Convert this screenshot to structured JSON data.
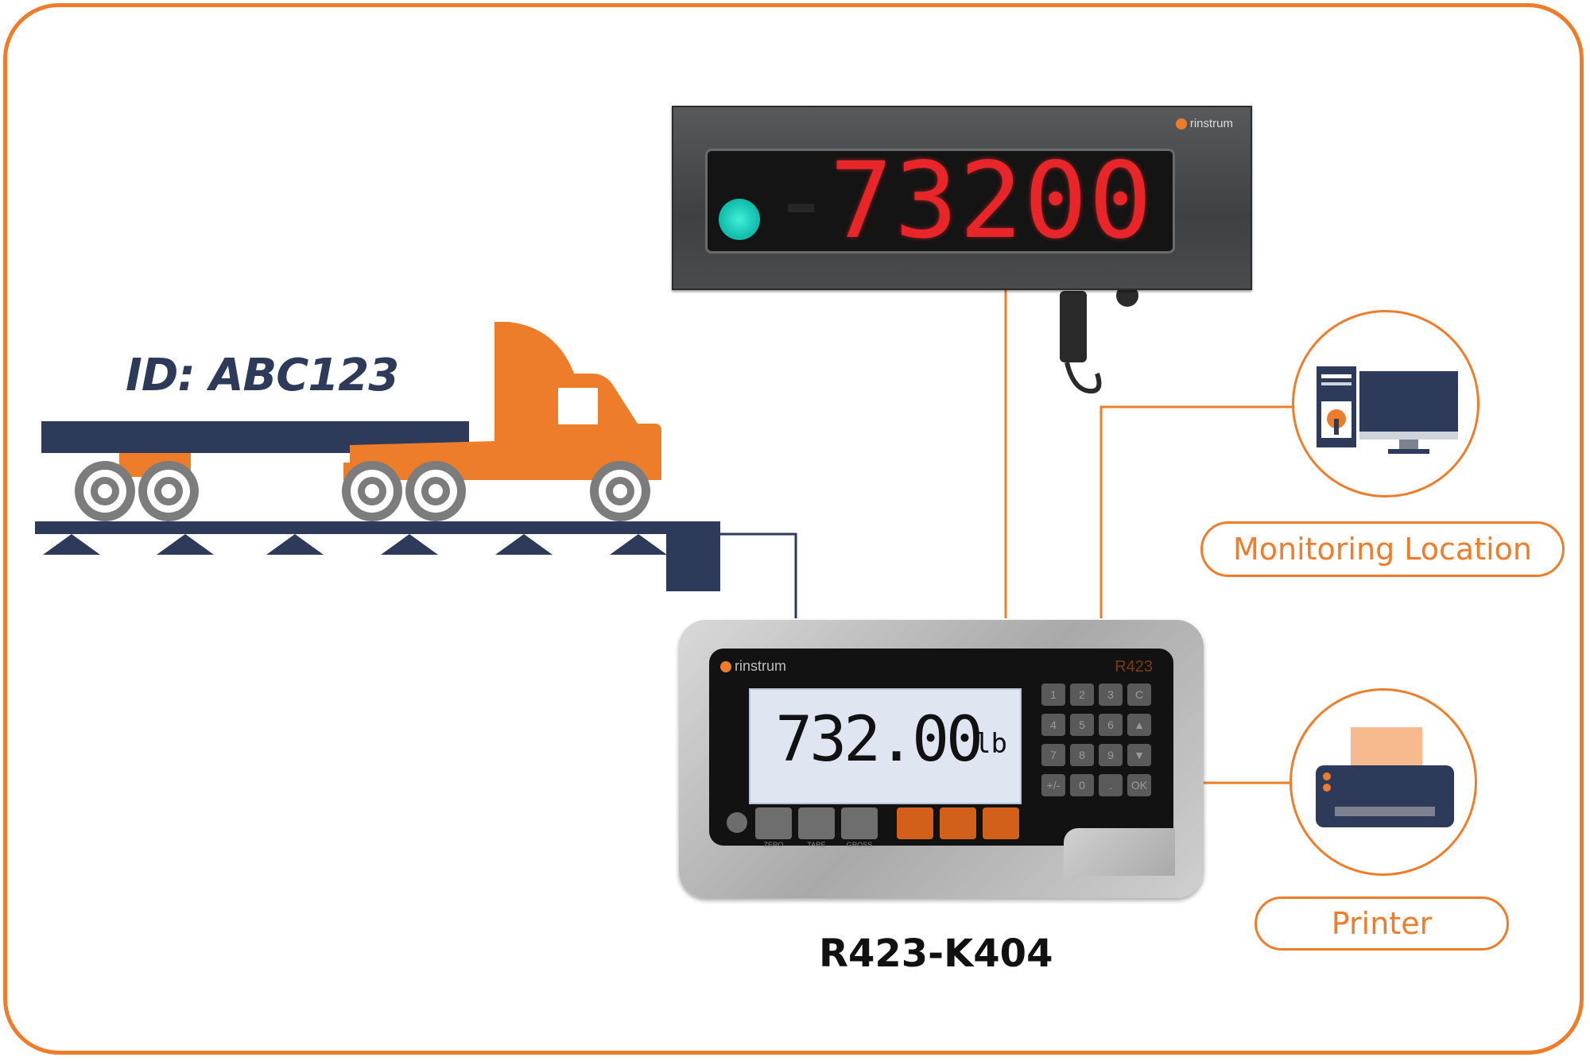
{
  "truck": {
    "id_label": "ID: ABC123"
  },
  "remote_display": {
    "reading": "73200",
    "ghost": "-",
    "brand": "rinstrum"
  },
  "indicator": {
    "brand": "rinstrum",
    "model_mark": "R423",
    "reading": "732.00",
    "unit": "lb",
    "keypad": [
      "1",
      "2",
      "3",
      "C",
      "4",
      "5",
      "6",
      "▲",
      "7",
      "8",
      "9",
      "▼",
      "+/-",
      "0",
      ".",
      "OK"
    ],
    "function_labels": [
      "ZERO",
      "TARE",
      "GROSS"
    ]
  },
  "model_name": "R423-K404",
  "monitoring": {
    "label": "Monitoring Location"
  },
  "printer": {
    "label": "Printer"
  },
  "colors": {
    "accent": "#ee7d2b",
    "navy": "#2d3a5a",
    "truck": "#ee7d2b",
    "led": "#e8262a"
  }
}
